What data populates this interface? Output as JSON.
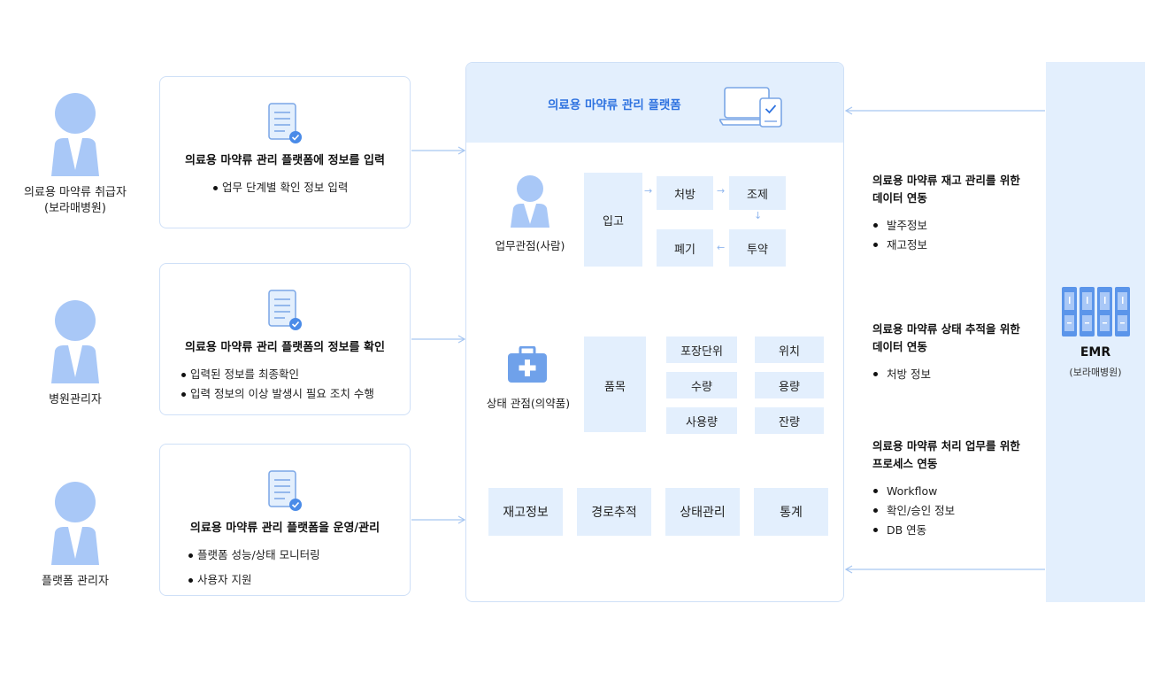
{
  "actors": [
    {
      "label_line1": "의료용 마약류 취급자",
      "label_line2": "(보라매병원)",
      "icon": "person-icon"
    },
    {
      "label_line1": "병원관리자",
      "label_line2": "",
      "icon": "person-icon"
    },
    {
      "label_line1": "플랫폼 관리자",
      "label_line2": "",
      "icon": "person-icon"
    }
  ],
  "cards": [
    {
      "title": "의료용 마약류 관리 플랫폼에 정보를 입력",
      "items": [
        "업무 단계별 확인 정보 입력"
      ],
      "icon": "document-check-icon"
    },
    {
      "title": "의료용 마약류 관리 플랫폼의 정보를 확인",
      "items": [
        "입력된 정보를 최종확인",
        "입력 정보의 이상 발생시 필요 조치 수행"
      ],
      "icon": "document-check-icon"
    },
    {
      "title": "의료용 마약류 관리 플랫폼을 운영/관리",
      "items": [
        "플랫폼 성능/상태 모니터링",
        "사용자 지원"
      ],
      "icon": "document-check-icon"
    }
  ],
  "platform": {
    "title": "의료용 마약류 관리 플랫폼",
    "icon": "laptop-tablet-icon",
    "work_view": {
      "label": "업무관점(사람)",
      "icon": "person-icon",
      "start": "입고",
      "steps": [
        "처방",
        "조제",
        "투약",
        "폐기"
      ]
    },
    "status_view": {
      "label": "상태 관점(의약품)",
      "icon": "medical-kit-icon",
      "root": "품목",
      "left": [
        "포장단위",
        "수량",
        "사용량"
      ],
      "right": [
        "위치",
        "용량",
        "잔량"
      ]
    },
    "modules": [
      "재고정보",
      "경로추적",
      "상태관리",
      "통계"
    ]
  },
  "integrations": [
    {
      "title_line1": "의료용 마약류 재고 관리를 위한",
      "title_line2": "데이터 연동",
      "items": [
        "발주정보",
        "재고정보"
      ]
    },
    {
      "title_line1": "의료용 마약류 상태 추적을 위한",
      "title_line2": "데이터 연동",
      "items": [
        "처방 정보"
      ]
    },
    {
      "title_line1": "의료용 마약류 처리 업무를 위한",
      "title_line2": "프로세스 연동",
      "items": [
        "Workflow",
        "확인/승인 정보",
        "DB 연동"
      ]
    }
  ],
  "emr": {
    "title": "EMR",
    "subtitle": "(보라매병원)",
    "icon": "server-rack-icon"
  },
  "colors": {
    "accent": "#2f73e0",
    "light_fill": "#e3effd",
    "border": "#cfe0f7",
    "person": "#a9c8f7",
    "line": "#a7c6f1"
  }
}
